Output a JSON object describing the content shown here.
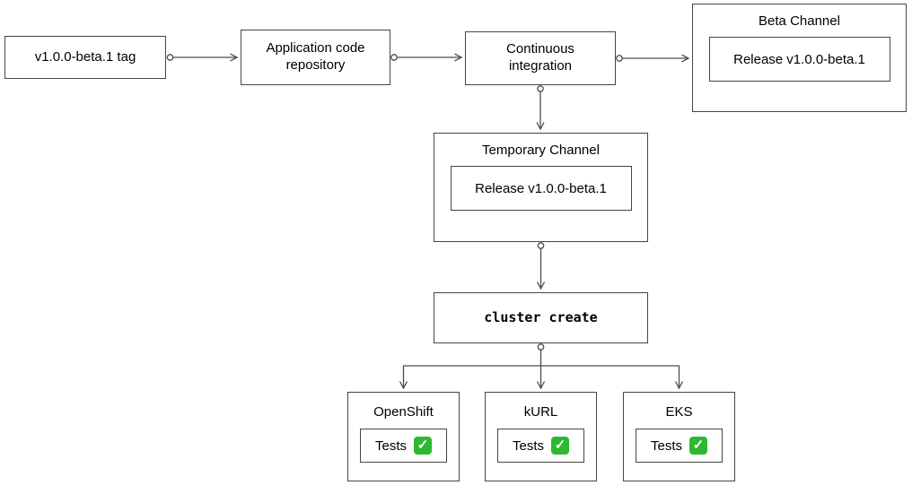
{
  "diagram": {
    "tag": {
      "label": "v1.0.0-beta.1 tag"
    },
    "repo": {
      "label": "Application code repository"
    },
    "ci": {
      "label": "Continuous integration"
    },
    "beta_channel": {
      "title": "Beta Channel",
      "release_label": "Release v1.0.0-beta.1"
    },
    "temporary_channel": {
      "title": "Temporary Channel",
      "release_label": "Release v1.0.0-beta.1"
    },
    "cluster_create": {
      "label": "cluster create"
    },
    "clusters": [
      {
        "title": "OpenShift",
        "tests_label": "Tests",
        "status_icon": "green-checkbox",
        "status_glyph": "✓"
      },
      {
        "title": "kURL",
        "tests_label": "Tests",
        "status_icon": "green-checkbox",
        "status_glyph": "✓"
      },
      {
        "title": "EKS",
        "tests_label": "Tests",
        "status_icon": "green-checkbox",
        "status_glyph": "✓"
      }
    ],
    "colors": {
      "line": "#4d4d4d",
      "border": "#454545",
      "check_green": "#2eb832",
      "background": "#ffffff"
    }
  }
}
